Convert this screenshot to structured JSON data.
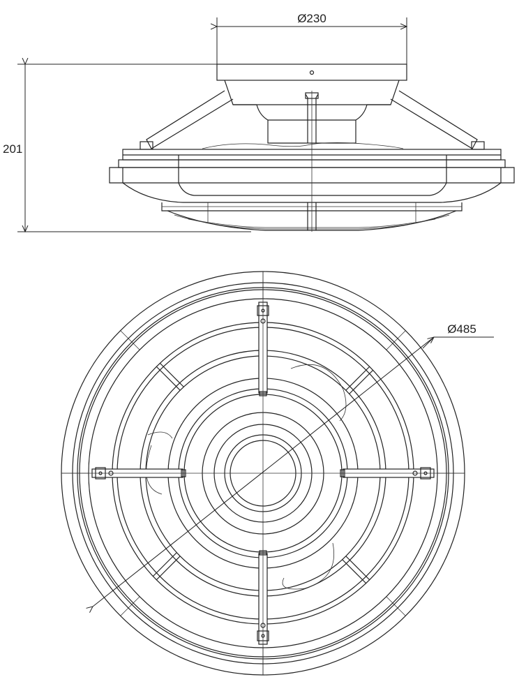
{
  "dimensions": {
    "top_diameter_label": "Ø230",
    "height_label": "201",
    "plan_diameter_label": "Ø485"
  },
  "views": {
    "side_view": "side-elevation",
    "plan_view": "plan-bottom"
  },
  "colors": {
    "line": "#222222",
    "background": "#ffffff"
  }
}
